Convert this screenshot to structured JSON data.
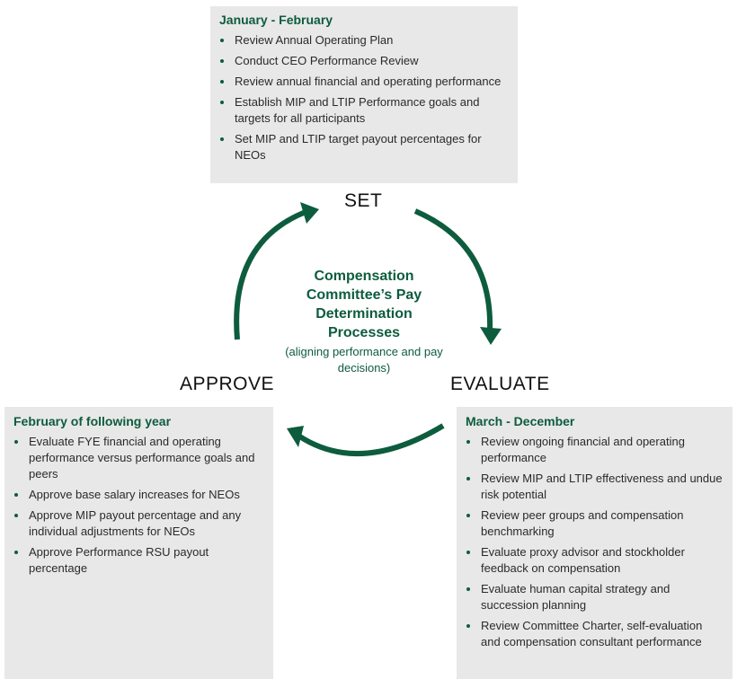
{
  "set": {
    "phase": "SET",
    "period": "January - February",
    "items": [
      "Review Annual Operating Plan",
      "Conduct CEO Performance Review",
      "Review annual financial and operating performance",
      "Establish MIP and LTIP Performance goals and targets for all participants",
      "Set MIP and LTIP target payout percentages for NEOs"
    ]
  },
  "approve": {
    "phase": "APPROVE",
    "period": "February of following year",
    "items": [
      "Evaluate FYE financial and operating performance versus performance goals and peers",
      "Approve base salary increases for NEOs",
      "Approve MIP payout percentage and any individual adjustments for NEOs",
      "Approve Performance RSU payout percentage"
    ]
  },
  "evaluate": {
    "phase": "EVALUATE",
    "period": "March - December",
    "items": [
      "Review ongoing financial and operating performance",
      "Review MIP and LTIP effectiveness and undue risk potential",
      "Review peer groups and compensation benchmarking",
      "Evaluate proxy advisor and stockholder feedback on compensation",
      "Evaluate human capital strategy and succession planning",
      "Review Committee Charter, self-evaluation and compensation consultant performance"
    ]
  },
  "center": {
    "title": "Compensation Committee’s Pay Determination Processes",
    "subtitle": "(aligning performance and pay decisions)"
  },
  "colors": {
    "accent": "#0d5c3e",
    "box_bg": "#e8e8e8"
  }
}
